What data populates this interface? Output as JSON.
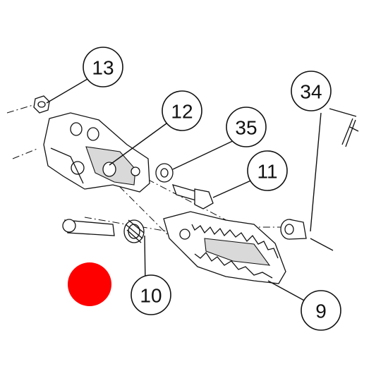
{
  "callouts": [
    {
      "id": "13",
      "label": "13"
    },
    {
      "id": "12",
      "label": "12"
    },
    {
      "id": "35",
      "label": "35"
    },
    {
      "id": "34",
      "label": "34"
    },
    {
      "id": "11",
      "label": "11"
    },
    {
      "id": "10",
      "label": "10"
    },
    {
      "id": "9",
      "label": "9"
    }
  ],
  "colors": {
    "marker": "#ff0000",
    "line": "#111111"
  }
}
